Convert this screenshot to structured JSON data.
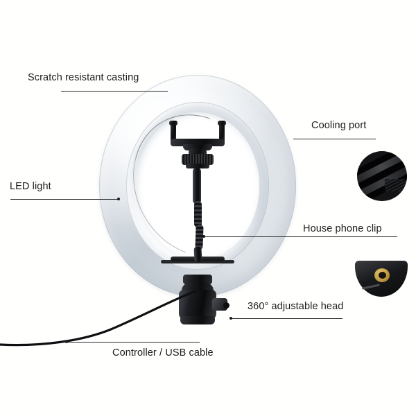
{
  "diagram": {
    "title": "Ring light annotated product diagram",
    "background_color": "#fffffe",
    "line_color": "#2a2a2a",
    "text_color": "#1b1b1b"
  },
  "annotations": [
    {
      "id": "scratch-resistant-casting",
      "label": "Scratch resistant casting",
      "leader": "underline-right-to-ring"
    },
    {
      "id": "cooling-port",
      "label": "Cooling port",
      "leader": "underline-left-to-ring"
    },
    {
      "id": "led-light",
      "label": "LED light",
      "leader": "underline-right-to-ring-dot"
    },
    {
      "id": "house-phone-clip",
      "label": "House phone clip",
      "leader": "underline-left-to-pole-dot"
    },
    {
      "id": "adjustable-head",
      "label": "360° adjustable head",
      "leader": "underline-left-dot-to-ball-head"
    },
    {
      "id": "controller-usb-cable",
      "label": "Controller / USB cable",
      "leader": "overline-left-dot-to-cable"
    }
  ],
  "product": {
    "ring_outer_color": "#f4f6f8",
    "ring_inner_color": "#eef1f4",
    "hardware_color": "#17181a",
    "cable_color": "#101012",
    "parts": [
      "ring-light-casing",
      "led-diffuser",
      "phone-clip",
      "gooseneck-arm",
      "ball-head-mount",
      "usb-cable"
    ]
  },
  "insets": [
    {
      "id": "cooling-port-inset",
      "shape": "circle",
      "description": "cooling-port-vents",
      "color": "#141416"
    },
    {
      "id": "adjustable-head-inset",
      "shape": "rounded",
      "description": "ball-head-screw-mount",
      "color": "#18191c",
      "accent_color": "#c8a44a"
    }
  ]
}
